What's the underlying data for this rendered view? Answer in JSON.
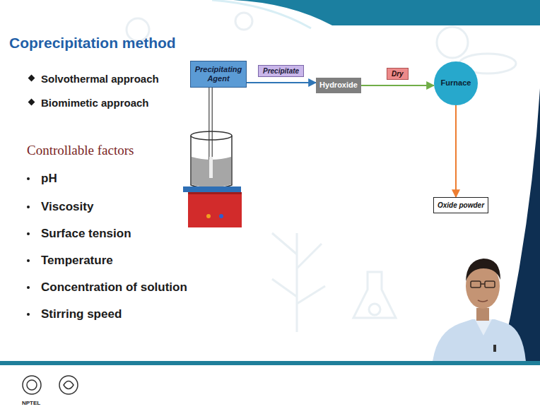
{
  "diagram": {
    "title": "Coprecipitation method",
    "nodes": [
      {
        "text": [
          "Precipitating Agent"
        ]
      },
      {
        "text": [
          "Hydroxide"
        ]
      },
      {
        "text": [
          "Furnace"
        ]
      },
      {
        "text": [
          "Oxide powder"
        ]
      }
    ],
    "edges": [
      {
        "from": 0,
        "to": 1,
        "label": "Precipitate",
        "arrow": "to"
      },
      {
        "from": 1,
        "to": 2,
        "label": "Dry",
        "arrow": "to"
      },
      {
        "from": 2,
        "to": 3,
        "arrow": "to"
      }
    ],
    "labels": [
      "Solvothermal approach",
      "Biomimetic approach",
      "Controllable factors",
      "pH",
      "Viscosity",
      "Surface tension",
      "Temperature",
      "Concentration of solution",
      "Stirring speed",
      "NPTEL"
    ]
  }
}
